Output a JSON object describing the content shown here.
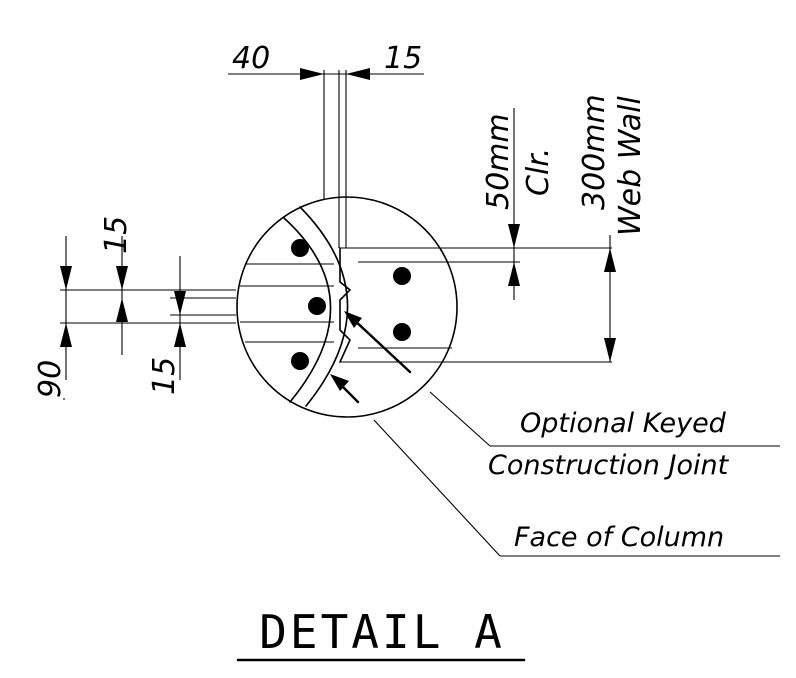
{
  "dimensions": {
    "top_left": "40",
    "top_right": "15",
    "left_top": "15",
    "left_big": "90",
    "left_bottom": "15"
  },
  "right_labels": {
    "clear_cover_line1": "50mm",
    "clear_cover_line2": "Clr.",
    "wall_line1": "300mm",
    "wall_line2": "Web Wall"
  },
  "callouts": {
    "joint_line1": "Optional Keyed",
    "joint_line2": "Construction Joint",
    "column_face": "Face of Column"
  },
  "title": "DETAIL A"
}
